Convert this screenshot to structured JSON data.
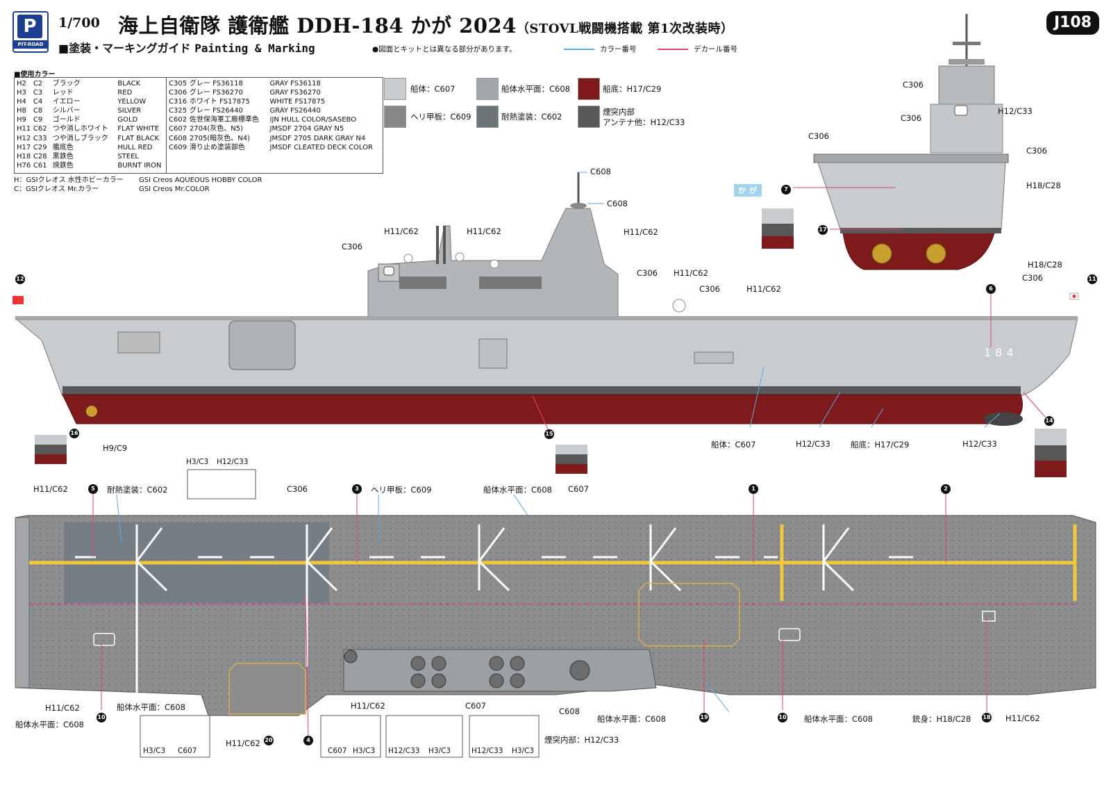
{
  "header": {
    "logo_text": "PIT-ROAD",
    "scale": "1/700",
    "title": "海上自衛隊 護衛艦 DDH-184 かが 2024",
    "subtitle": "（STOVL戦闘機搭載 第1次改装時）",
    "product_code": "J108",
    "guide_jp": "■塗装・マーキングガイド",
    "guide_en": "Painting & Marking",
    "note": "●図面とキットとは異なる部分があります。",
    "legend_color": "カラー番号",
    "legend_decal": "デカール番号",
    "legend_color_line": "#5aa9e0",
    "legend_decal_line": "#e0407a"
  },
  "color_table": {
    "title": "■使用カラー",
    "left_rows": [
      {
        "h": "H2",
        "c": "C2",
        "jp": "ブラック",
        "en": "BLACK"
      },
      {
        "h": "H3",
        "c": "C3",
        "jp": "レッド",
        "en": "RED"
      },
      {
        "h": "H4",
        "c": "C4",
        "jp": "イエロー",
        "en": "YELLOW"
      },
      {
        "h": "H8",
        "c": "C8",
        "jp": "シルバー",
        "en": "SILVER"
      },
      {
        "h": "H9",
        "c": "C9",
        "jp": "ゴールド",
        "en": "GOLD"
      },
      {
        "h": "H11",
        "c": "C62",
        "jp": "つや消しホワイト",
        "en": "FLAT WHITE"
      },
      {
        "h": "H12",
        "c": "C33",
        "jp": "つや消しブラック",
        "en": "FLAT BLACK"
      },
      {
        "h": "H17",
        "c": "C29",
        "jp": "艦底色",
        "en": "HULL RED"
      },
      {
        "h": "H18",
        "c": "C28",
        "jp": "黒鉄色",
        "en": "STEEL"
      },
      {
        "h": "H76",
        "c": "C61",
        "jp": "焼鉄色",
        "en": "BURNT IRON"
      }
    ],
    "right_rows": [
      {
        "c": "C305",
        "jp": "グレー FS36118",
        "en": "GRAY FS36118"
      },
      {
        "c": "C306",
        "jp": "グレー FS36270",
        "en": "GRAY FS36270"
      },
      {
        "c": "C316",
        "jp": "ホワイト FS17875",
        "en": "WHITE FS17875"
      },
      {
        "c": "C325",
        "jp": "グレー FS26440",
        "en": "GRAY FS26440"
      },
      {
        "c": "C602",
        "jp": "佐世保海軍工廠標準色",
        "en": "IJN HULL COLOR/SASEBO"
      },
      {
        "c": "C607",
        "jp": "2704(灰色、N5)",
        "en": "JMSDF 2704 GRAY N5"
      },
      {
        "c": "C608",
        "jp": "2705(暗灰色、N4)",
        "en": "JMSDF 2705 DARK GRAY N4"
      },
      {
        "c": "C609",
        "jp": "滑り止め塗装部色",
        "en": "JMSDF CLEATED DECK COLOR"
      }
    ],
    "note_h_jp": "H：GSIクレオス 水性ホビーカラー",
    "note_h_en": "GSI Creos AQUEOUS HOBBY COLOR",
    "note_c_jp": "C：GSIクレオス Mr.カラー",
    "note_c_en": "GSI Creos Mr.COLOR"
  },
  "swatches": [
    {
      "label": "船体：C607",
      "color": "#c9ccce"
    },
    {
      "label": "船体水平面：C608",
      "color": "#a4a7a9"
    },
    {
      "label": "船底：H17/C29",
      "color": "#7e1a1c"
    },
    {
      "label": "ヘリ甲板：C609",
      "color": "#858789"
    },
    {
      "label": "耐熱塗装：C602",
      "color": "#6c7478"
    },
    {
      "label": "煙突内部",
      "label2": "アンテナ他：H12/C33",
      "color": "#585858"
    }
  ],
  "labels": {
    "c608": "C608",
    "c306": "C306",
    "h11c62": "H11/C62",
    "h12c33": "H12/C33",
    "h18c28": "H18/C28",
    "h9c9": "H9/C9",
    "h3c3": "H3/C3",
    "c607": "C607",
    "hull": "船体：C607",
    "bottom": "船底：H17/C29",
    "heat": "耐熱塗装：C602",
    "heli": "ヘリ甲板：C609",
    "horiz": "船体水平面：C608",
    "funnel": "煙突内部：H12/C33",
    "gun": "銃身：H18/C28",
    "hull_number": "184",
    "ship_name": "か が"
  },
  "decal_numbers": [
    "1",
    "2",
    "3",
    "5",
    "6",
    "7",
    "10",
    "10",
    "11",
    "12",
    "14",
    "15",
    "16",
    "17",
    "18",
    "19",
    "20",
    "4"
  ]
}
